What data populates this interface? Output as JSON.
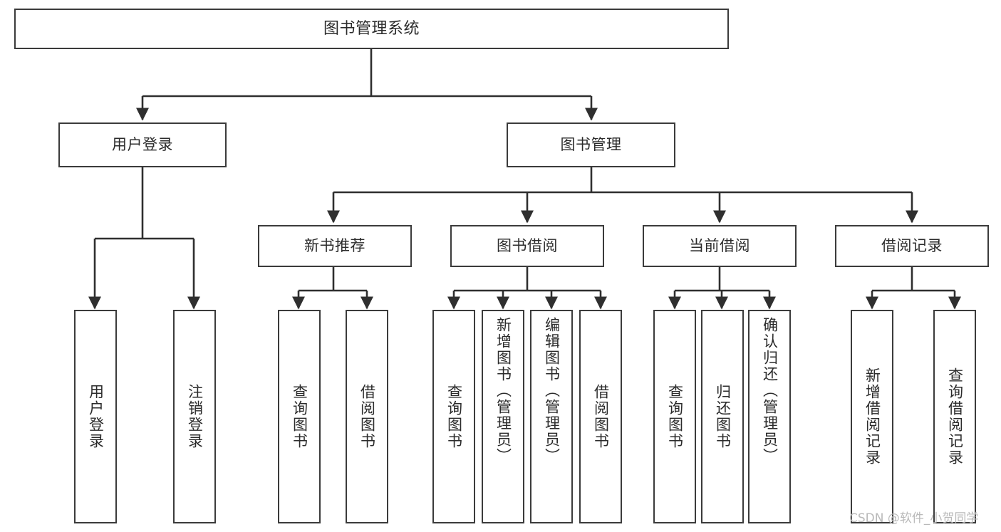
{
  "diagram": {
    "title": "图书管理系统",
    "type": "tree-hierarchy",
    "style": {
      "box_border_color": "#3b3b3b",
      "box_fill_color": "#ffffff",
      "line_color": "#2f2f2f",
      "text_color": "#2b2b2b",
      "background": "#ffffff"
    }
  },
  "root": {
    "label": "图书管理系统"
  },
  "level1": [
    {
      "label": "用户登录"
    },
    {
      "label": "图书管理"
    }
  ],
  "level2": [
    {
      "label": "新书推荐"
    },
    {
      "label": "图书借阅"
    },
    {
      "label": "当前借阅"
    },
    {
      "label": "借阅记录"
    }
  ],
  "leaves": {
    "user_login": [
      {
        "label": "用户登录"
      },
      {
        "label": "注销登录"
      }
    ],
    "new_book_recommend": [
      {
        "label": "查询图书"
      },
      {
        "label": "借阅图书"
      }
    ],
    "book_borrow": [
      {
        "label": "查询图书"
      },
      {
        "label": "新增图书（管理员）"
      },
      {
        "label": "编辑图书（管理员）"
      },
      {
        "label": "借阅图书"
      }
    ],
    "current_borrow": [
      {
        "label": "查询图书"
      },
      {
        "label": "归还图书"
      },
      {
        "label": "确认归还（管理员）"
      }
    ],
    "borrow_record": [
      {
        "label": "新增借阅记录"
      },
      {
        "label": "查询借阅记录"
      }
    ]
  },
  "watermark": {
    "text": "CSDN @软件_小贺同学"
  }
}
